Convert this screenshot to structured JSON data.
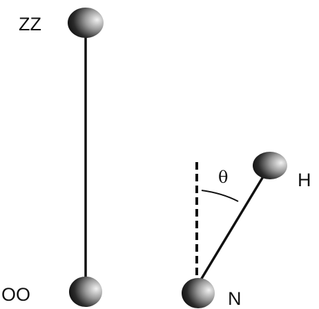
{
  "labels": {
    "top_left": "ZZ",
    "bottom_left": "OO",
    "bottom_right": "N",
    "right": "H",
    "angle": "θ"
  },
  "colors": {
    "line": "#111111",
    "sphere_light": "#f2f2f2",
    "sphere_mid": "#6a6a6a",
    "sphere_dark": "#050505"
  }
}
